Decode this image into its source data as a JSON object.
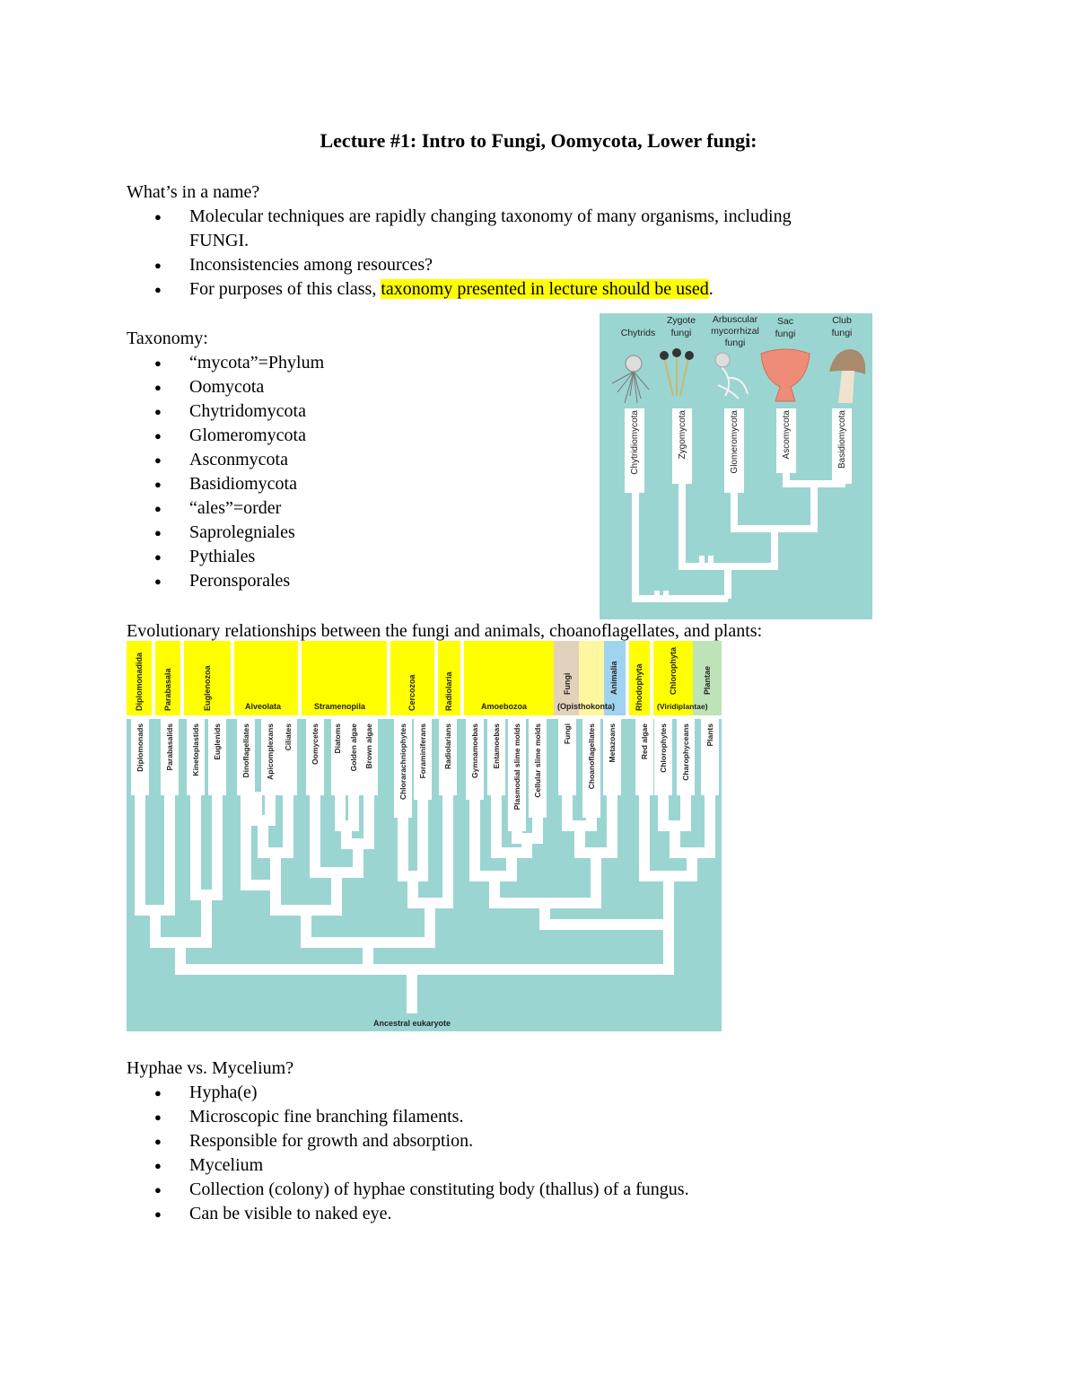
{
  "title": "Lecture #1: Intro to Fungi, Oomycota, Lower fungi:",
  "s1": {
    "heading": "What’s in a name?",
    "b1_line1": "Molecular techniques are rapidly changing taxonomy of many organisms, including",
    "b1_line2": "FUNGI.",
    "b2": "Inconsistencies among resources?",
    "b3_pre": "For purposes of this class, ",
    "b3_hl": "taxonomy presented in lecture should be used",
    "b3_post": "."
  },
  "s2": {
    "heading": "Taxonomy:",
    "items": [
      "“mycota”=Phylum",
      "Oomycota",
      "Chytridomycota",
      "Glomeromycota",
      "Asconmycota",
      "Basidiomycota",
      "“ales”=order",
      "Saprolegniales",
      "Pythiales",
      "Peronsporales"
    ]
  },
  "fig1": {
    "groups": [
      "Chytrids",
      "Zygote",
      "fungi",
      "Arbuscular",
      "mycorrhizal",
      "fungi",
      "Sac",
      "fungi",
      "Club",
      "fungi"
    ],
    "phyla": [
      "Chytridiomycota",
      "Zygomycota",
      "Glomeromycota",
      "Ascomycota",
      "Basidiomycota"
    ]
  },
  "s3": {
    "heading": "Evolutionary relationships between the fungi and animals, choanoflagellates, and plants:"
  },
  "fig2": {
    "supergroups": [
      "Diplomonadida",
      "Parabasala",
      "Euglenozoa",
      "Alveolata",
      "Stramenopila",
      "Cercozoa",
      "Radiolaria",
      "Amoebozoa",
      "Fungi",
      "(Opisthokonta)",
      "Animalia",
      "Rhodophyta",
      "Chlorophyta",
      "(Viridiplantae)",
      "Plantae"
    ],
    "taxa": [
      "Diplomonads",
      "Parabasalids",
      "Kinetoplastids",
      "Euglenids",
      "Dinoflagellates",
      "Apicomplexans",
      "Ciliates",
      "Oomycetes",
      "Diatoms",
      "Golden algae",
      "Brown algae",
      "Chlorarachniophytes",
      "Foraminiferans",
      "Radiolarians",
      "Gymnamoebas",
      "Entamoebas",
      "Plasmodial slime molds",
      "Cellular slime molds",
      "Fungi",
      "Choanoflagellates",
      "Metazoans",
      "Red algae",
      "Chlorophytes",
      "Charophyceans",
      "Plants"
    ],
    "root": "Ancestral eukaryote",
    "colors": {
      "background": "#9bd5d2",
      "yellow": "#ffff00",
      "fungi": "#e2d2bc",
      "animalia": "#9fd3f0",
      "plantae": "#bfe3b8"
    }
  },
  "s4": {
    "heading": "Hyphae vs. Mycelium?",
    "items": [
      "Hypha(e)",
      "Microscopic fine branching filaments.",
      "Responsible for growth and absorption.",
      "Mycelium",
      "Collection (colony) of hyphae constituting body (thallus) of a fungus.",
      "Can be visible to naked eye."
    ]
  }
}
